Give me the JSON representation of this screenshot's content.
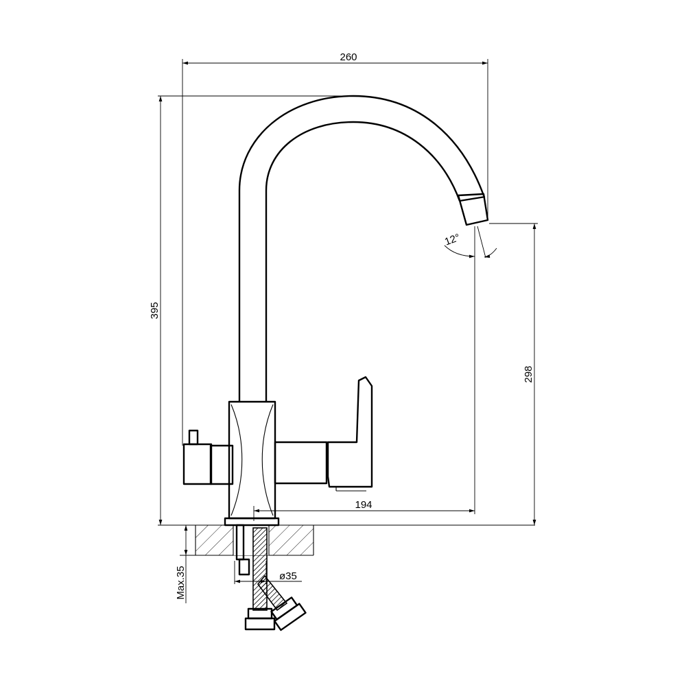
{
  "dimensions": {
    "width_total": "260",
    "height_total": "395",
    "spout_height": "298",
    "spout_reach": "194",
    "spout_angle": "12°",
    "mount_diameter": "ø35",
    "max_thickness": "Max.35"
  }
}
